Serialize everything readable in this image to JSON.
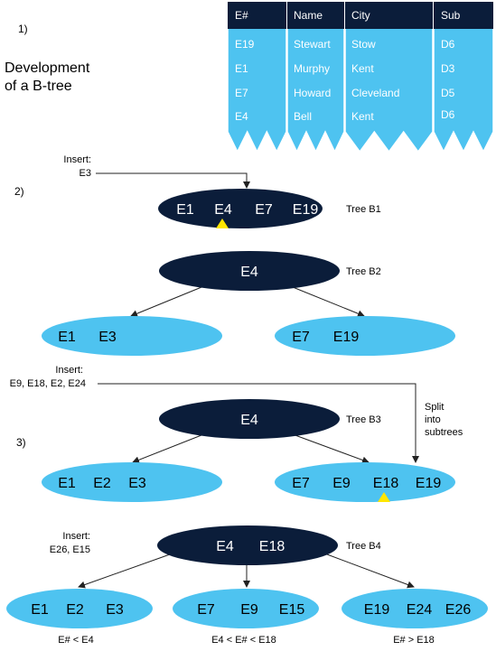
{
  "steps": {
    "s1": "1)",
    "s2": "2)",
    "s3": "3)"
  },
  "title": {
    "line1": "Development",
    "line2": "of a B-tree"
  },
  "table": {
    "headers": [
      "E#",
      "Name",
      "City",
      "Sub"
    ],
    "rows": [
      [
        "E19",
        "Stewart",
        "Stow",
        "D6"
      ],
      [
        "E1",
        "Murphy",
        "Kent",
        "D3"
      ],
      [
        "E7",
        "Howard",
        "Cleveland",
        "D5"
      ],
      [
        "E4",
        "Bell",
        "Kent",
        "D6"
      ]
    ]
  },
  "insert1": {
    "label": "Insert:",
    "keys": "E3"
  },
  "insert2": {
    "label": "Insert:",
    "keys": "E9, E18, E2, E24"
  },
  "insert3": {
    "label": "Insert:",
    "keys": "E26, E15"
  },
  "split": {
    "l1": "Split",
    "l2": "into",
    "l3": "subtrees"
  },
  "b1": {
    "name": "Tree B1",
    "keys": [
      "E1",
      "E4",
      "E7",
      "E19"
    ]
  },
  "b2": {
    "name": "Tree B2",
    "root": "E4",
    "left": [
      "E1",
      "E3"
    ],
    "right": [
      "E7",
      "E19"
    ]
  },
  "b3": {
    "name": "Tree B3",
    "root": "E4",
    "left": [
      "E1",
      "E2",
      "E3"
    ],
    "right": [
      "E7",
      "E9",
      "E18",
      "E19"
    ]
  },
  "b4": {
    "name": "Tree B4",
    "root": [
      "E4",
      "E18"
    ],
    "left": [
      "E1",
      "E2",
      "E3"
    ],
    "middle": [
      "E7",
      "E9",
      "E15"
    ],
    "right": [
      "E19",
      "E24",
      "E26"
    ],
    "cond_left": "E# < E4",
    "cond_middle": "E4 < E# < E18",
    "cond_right": "E# > E18"
  },
  "colors": {
    "dark": "#0b1d3a",
    "light": "#4ec3f0",
    "marker": "#ffe600",
    "line": "#333333"
  }
}
